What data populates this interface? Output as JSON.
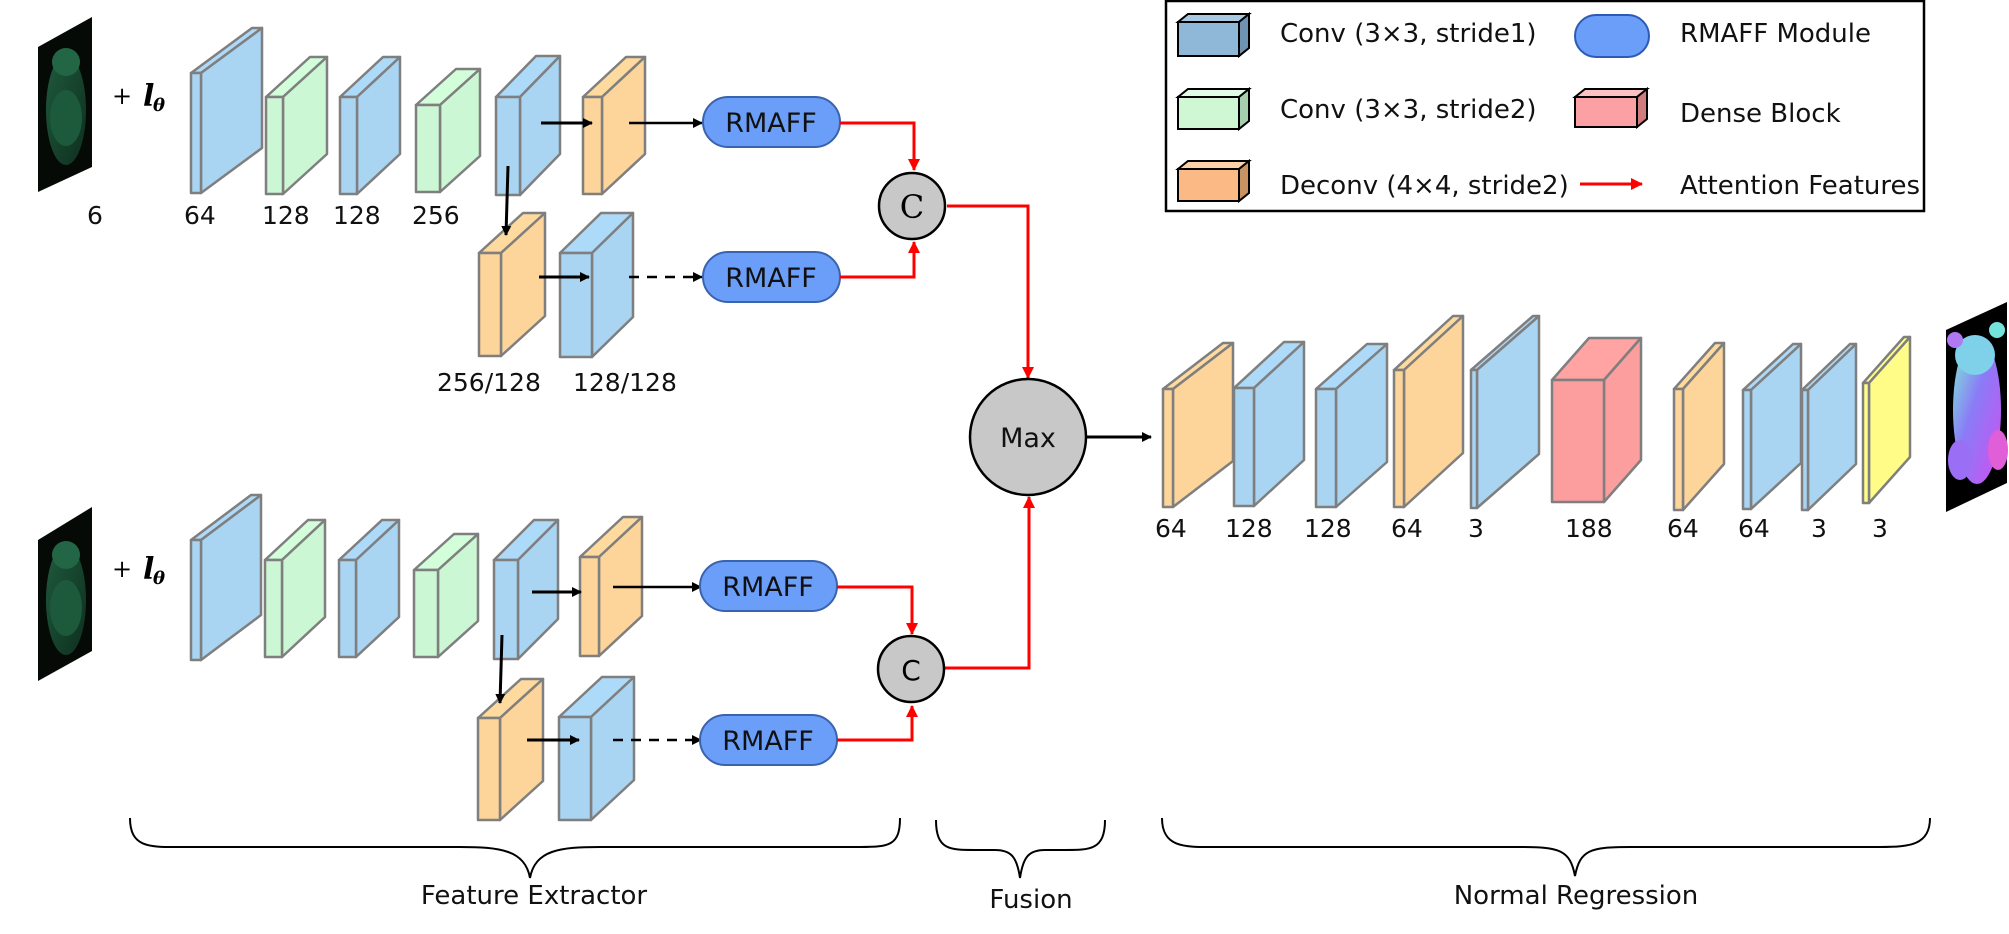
{
  "colors": {
    "conv_s1": "#a9d4f2",
    "conv_s2": "#ccf7d4",
    "deconv": "#fdd49a",
    "dense": "#fc9e9e",
    "output": "#fffd88",
    "rmaff": "#6a9ef9",
    "node": "#c8c8c8",
    "attention": "#ff0000",
    "legend_conv_s1": "#8fb8d8",
    "legend_conv_s2": "#cff7d4",
    "legend_deconv": "#fbb986",
    "legend_dense": "#fca1a3"
  },
  "legend": {
    "items": [
      {
        "icon": "conv-stride1-cube",
        "label": "Conv (3×3,  stride1)"
      },
      {
        "icon": "conv-stride2-cube",
        "label": "Conv (3×3,  stride2)"
      },
      {
        "icon": "deconv-cube",
        "label": "Deconv (4×4,  stride2)"
      },
      {
        "icon": "rmaff-pill",
        "label": "RMAFF Module"
      },
      {
        "icon": "dense-block-cube",
        "label": "Dense Block"
      },
      {
        "icon": "red-arrow",
        "label": "Attention Features"
      }
    ]
  },
  "inputs": {
    "plus": "+",
    "light_symbol": "l",
    "light_subscript": "θ",
    "input_channels": "6"
  },
  "top_branch": {
    "encoder_labels": [
      "64",
      "128",
      "128",
      "256"
    ],
    "sub_labels": [
      "256/128",
      "128/128"
    ]
  },
  "modules": {
    "rmaff": "RMAFF",
    "concat": "C",
    "max": "Max"
  },
  "regression": {
    "labels": [
      "64",
      "128",
      "128",
      "64",
      "3",
      "188",
      "64",
      "64",
      "3",
      "3"
    ]
  },
  "sections": {
    "feature_extractor": "Feature Extractor",
    "fusion": "Fusion",
    "normal_regression": "Normal Regression"
  }
}
